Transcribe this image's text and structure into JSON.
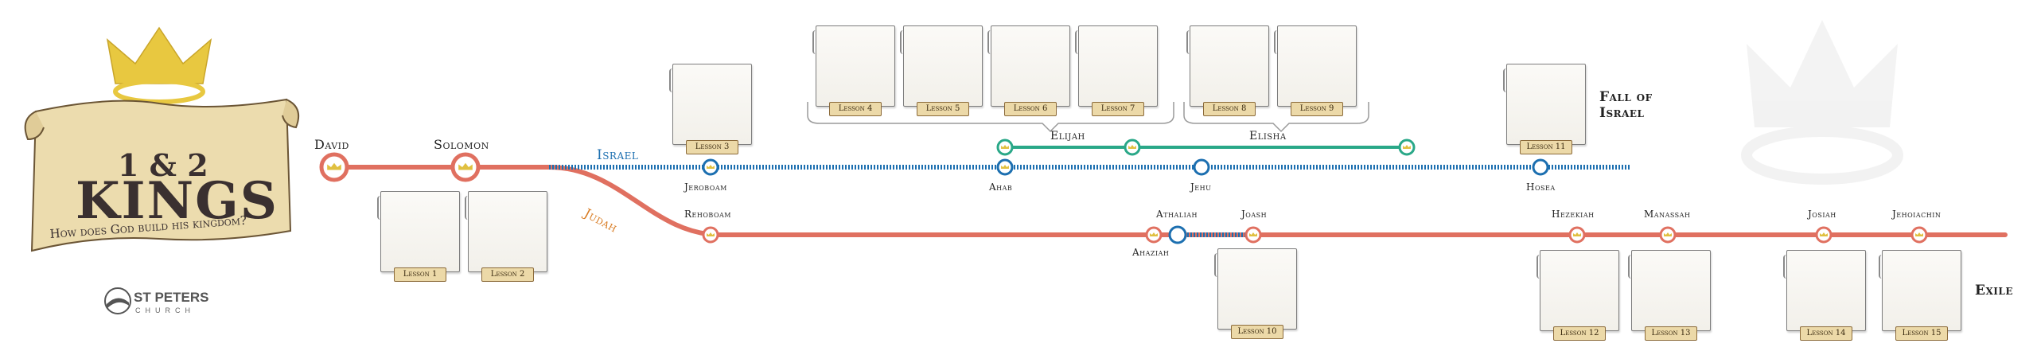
{
  "title": {
    "main": "1 & 2",
    "kings": "KINGS",
    "subtitle": "How does God build his kingdom?"
  },
  "church": {
    "name": "ST PETERS",
    "sub": "CHURCH"
  },
  "kings_top": {
    "david": "David",
    "solomon": "Solomon"
  },
  "branches": {
    "israel": "Israel",
    "judah": "Judah"
  },
  "israel_kings": {
    "jeroboam": "Jeroboam",
    "ahab": "Ahab",
    "jehu": "Jehu",
    "hosea": "Hosea"
  },
  "prophets": {
    "elijah": "Elijah",
    "elisha": "Elisha"
  },
  "judah_kings": {
    "rehoboam": "Rehoboam",
    "athaliah": "Athaliah",
    "ahaziah": "Ahaziah",
    "joash": "Joash",
    "hezekiah": "Hezekiah",
    "manassah": "Manassah",
    "josiah": "Josiah",
    "jehoiachin": "Jehoiachin"
  },
  "endings": {
    "fall1": "Fall of",
    "fall2": "Israel",
    "exile": "Exile"
  },
  "lessons": {
    "l1": "Lesson 1",
    "l2": "Lesson 2",
    "l3": "Lesson 3",
    "l4": "Lesson 4",
    "l5": "Lesson 5",
    "l6": "Lesson 6",
    "l7": "Lesson 7",
    "l8": "Lesson 8",
    "l9": "Lesson 9",
    "l10": "Lesson 10",
    "l11": "Lesson 11",
    "l12": "Lesson 12",
    "l13": "Lesson 13",
    "l14": "Lesson 14",
    "l15": "Lesson 15"
  },
  "colors": {
    "judah_line": "#e07060",
    "israel_line": "#1c6fb0",
    "prophet_line": "#2aa888",
    "gold": "#e0c040",
    "scroll": "#ecdcae"
  }
}
